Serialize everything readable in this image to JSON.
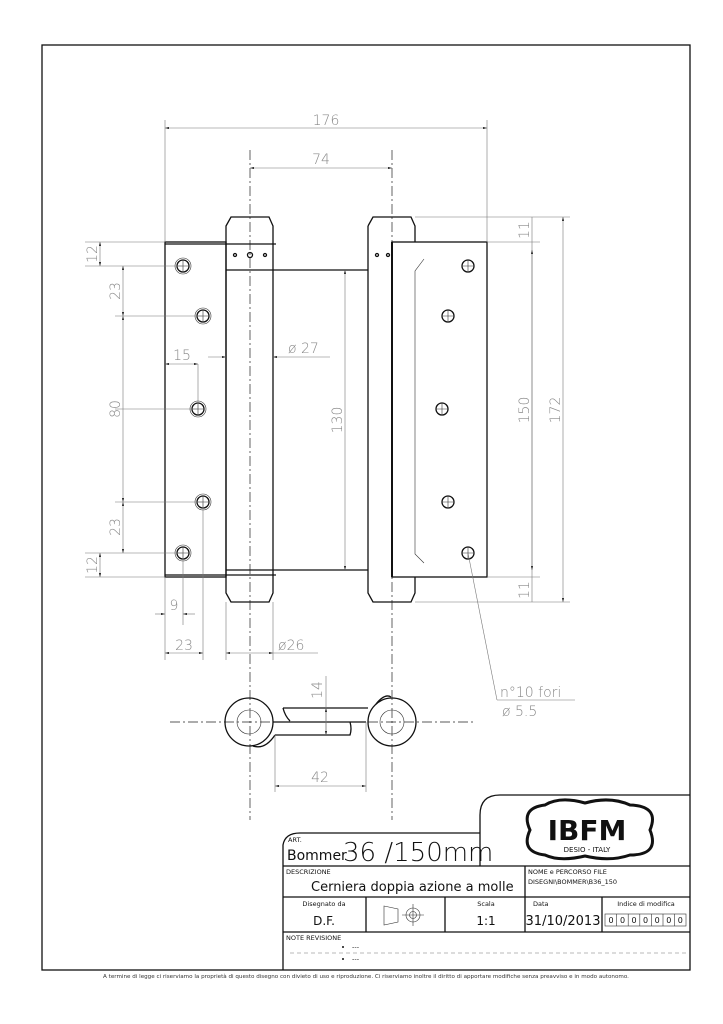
{
  "dimensions": {
    "overall_width": "176",
    "axis_distance": "74",
    "top_edge": "12",
    "hole_pitch_top": "23",
    "center_span": "80",
    "hole_pitch_bottom": "23",
    "bottom_edge": "12",
    "hole_offset": "15",
    "knuckle_diameter": "ø 27",
    "spring_length": "130",
    "leaf_height": "150",
    "total_height": "172",
    "cap_top": "11",
    "cap_bottom": "11",
    "edge_hole_offset": "9",
    "leaf_width": "23",
    "pin_diameter": "ø26",
    "section_thickness": "14",
    "section_width": "42",
    "holes_note": "n°10 fori",
    "holes_diameter": "ø 5.5"
  },
  "title_block": {
    "art_label": "ART.",
    "art_name": "Bommer",
    "art_code": "36 /150mm",
    "logo_text": "IBFM",
    "logo_subtext": "DESIO - ITALY",
    "description_label": "DESCRIZIONE",
    "description": "Cerniera doppia azione a molle",
    "file_label": "NOME e PERCORSO FILE",
    "file_path": "DISEGNI\\BOMMER\\B36_150",
    "drawn_by_label": "Disegnato da",
    "drawn_by": "D.F.",
    "scale_label": "Scala",
    "scale": "1:1",
    "date_label": "Data",
    "date": "31/10/2013",
    "revision_label": "Indice di modifica",
    "revision_digits": [
      "0",
      "0",
      "0",
      "0",
      "0",
      "0",
      "0"
    ],
    "notes_label": "NOTE REVISIONE",
    "notes": [
      "---",
      "---"
    ]
  },
  "footer": "A termine di legge ci riserviamo la proprietà di questo disegno con divieto di uso e riproduzione. Ci riserviamo inoltre il diritto di apportare modifiche senza preavviso e in modo autonomo."
}
